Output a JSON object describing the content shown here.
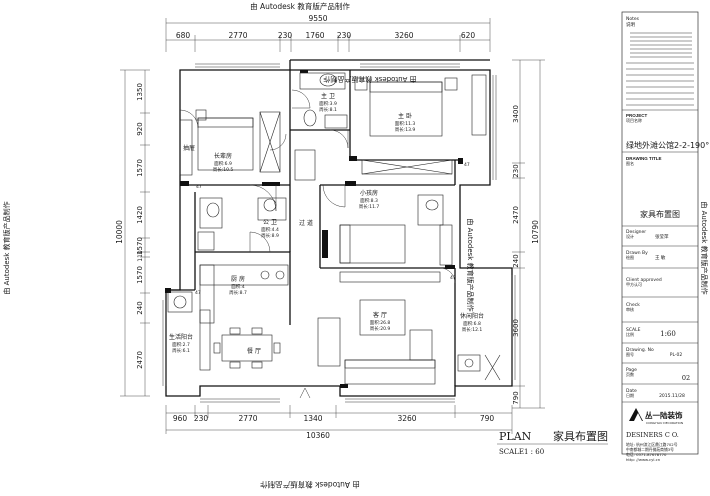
{
  "watermark": {
    "top": "由 Autodesk 教育版产品制作",
    "bottom": "由 Autodesk 教育版产品制作",
    "left": "由 Autodesk 教育版产品制作",
    "right": "由 Autodesk 教育版产品制作"
  },
  "dims": {
    "top_total": "9550",
    "top": [
      "680",
      "2770",
      "230",
      "1760",
      "230",
      "3260",
      "620"
    ],
    "bottom_total": "10360",
    "bottom": [
      "960",
      "230",
      "2770",
      "1340",
      "3260",
      "790"
    ],
    "left_total": "10000",
    "left": [
      "1350",
      "920",
      "1570",
      "1420",
      "1570",
      "110",
      "1570",
      "240",
      "2470"
    ],
    "right_total": "10790",
    "right": [
      "3400",
      "230",
      "2470",
      "240",
      "3600",
      "790"
    ]
  },
  "rooms": {
    "master_bath": {
      "name": "主 卫",
      "area": "面积:3.9",
      "perim": "周长:8.1"
    },
    "master_bed": {
      "name": "主 卧",
      "area": "面积:11.3",
      "perim": "周长:13.9"
    },
    "elder_room": {
      "name": "长辈房",
      "area": "面积:6.9",
      "perim": "周长:10.5"
    },
    "closet": {
      "name": "抽屉"
    },
    "public_bath": {
      "name": "公 卫",
      "area": "面积:4.4",
      "perim": "周长:8.9"
    },
    "corridor": {
      "name": "过 道"
    },
    "kid_room": {
      "name": "小孩房",
      "area": "面积:8.3",
      "perim": "周长:11.7"
    },
    "kitchen": {
      "name": "厨 房",
      "area": "面积:4",
      "perim": "周长:8.7"
    },
    "service_balcony": {
      "name": "生活阳台",
      "area": "面积:2.7",
      "perim": "周长:6.1"
    },
    "dining": {
      "name": "餐 厅"
    },
    "living": {
      "name": "客 厅",
      "area": "面积:26.8",
      "perim": "周长:20.9"
    },
    "leisure_balcony": {
      "name": "休闲阳台",
      "area": "面积:6.8",
      "perim": "周长:12.1"
    }
  },
  "elevation_marks": [
    "47",
    "47",
    "47",
    "47"
  ],
  "title_block": {
    "notes_label": "Notes",
    "notes_cn": "说明",
    "project_label": "PROJECT",
    "project_cn": "项目名称",
    "project_name": "绿地外滩公馆2-2-190°",
    "drawing_title_label": "DRAWING TITLE",
    "drawing_title_cn": "图名",
    "drawing_title": "家具布置图",
    "designer_label": "Designer",
    "designer_cn": "设计",
    "designer": "张莹萍",
    "drawn_label": "Drawn By",
    "drawn_cn": "绘图",
    "drawn": "王 敏",
    "client_label": "Client approved",
    "client_cn": "甲方认可",
    "check_label": "Check",
    "check_cn": "审核",
    "scale_label": "SCALE",
    "scale_cn": "比例",
    "scale": "1:60",
    "drawing_no_label": "Drawing. No",
    "drawing_no_cn": "图号",
    "drawing_no": "PL-02",
    "page_label": "Page",
    "page_cn": "页数",
    "page": "02",
    "date_label": "Date",
    "date_cn": "日期",
    "date": "2015.11/28",
    "company_cn": "丛一陆装饰",
    "company_en": "CONGYILIU DECORATION",
    "designers": "DESINERS  C O.",
    "address": [
      "地址: 杭州滨江区鼎江路702号",
      "中南都城二期丹佛苑商铺3号",
      "电话: 0571-87678770",
      "http: //www.cyl.cn"
    ]
  },
  "plan_title": {
    "en": "PLAN",
    "cn": "家具布置图",
    "scale_label": "SCALE",
    "scale": "1 : 60"
  }
}
